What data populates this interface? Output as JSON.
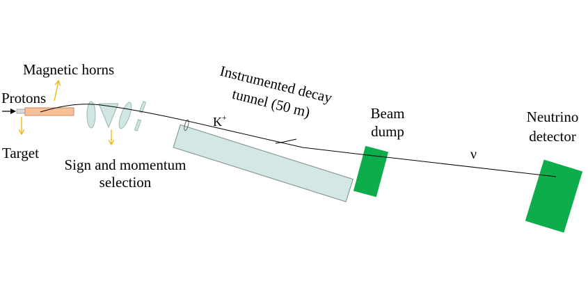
{
  "labels": {
    "magnetic_horns": "Magnetic horns",
    "protons": "Protons",
    "target": "Target",
    "sign_momentum_line1": "Sign and momentum",
    "sign_momentum_line2": "selection",
    "tunnel_line1": "Instrumented decay",
    "tunnel_line2": "tunnel (50 m)",
    "kaon": "K",
    "kaon_charge": "+",
    "beam_dump_line1": "Beam",
    "beam_dump_line2": "dump",
    "neutrino_symbol": "ν",
    "detector_line1": "Neutrino",
    "detector_line2": "detector"
  },
  "colors": {
    "target": "#f7c29b",
    "optics": "#cfe6e3",
    "tunnel": "#d3e8e5",
    "dump": "#0cad4a",
    "arrows": "#f2b400",
    "lines": "#000000"
  }
}
